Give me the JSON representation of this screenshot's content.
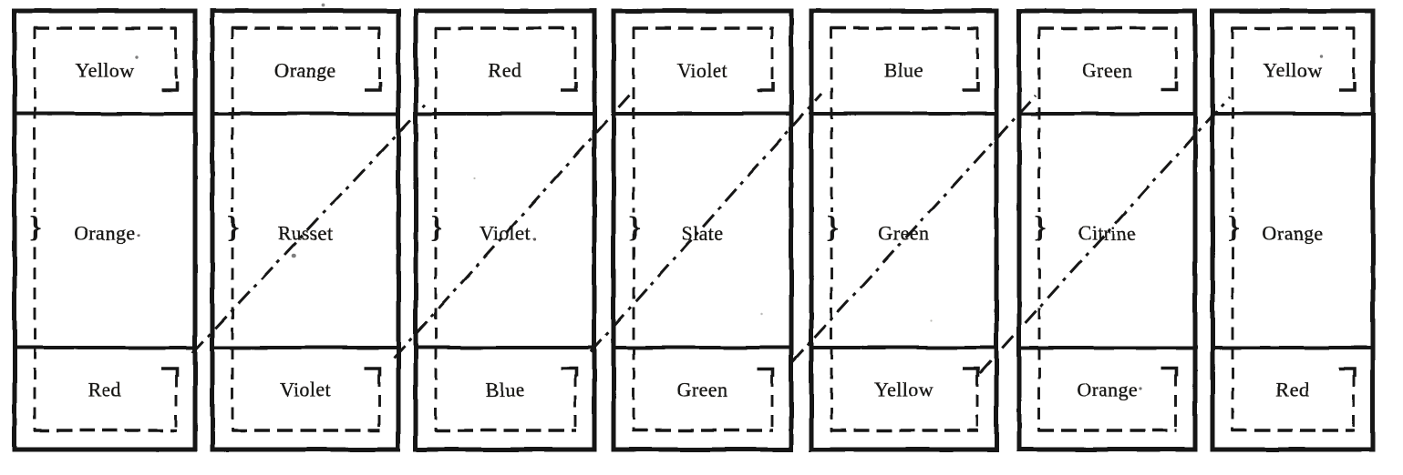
{
  "figure": {
    "type": "scanned-book-diagram",
    "panel_count": 7,
    "ink_color": "#181614",
    "paper_color": "#ffffff"
  },
  "panels": [
    {
      "top": "Yellow",
      "middle": "Orange",
      "bottom": "Red"
    },
    {
      "top": "Orange",
      "middle": "Russet",
      "bottom": "Violet"
    },
    {
      "top": "Red",
      "middle": "Violet",
      "bottom": "Blue"
    },
    {
      "top": "Violet",
      "middle": "Slate",
      "bottom": "Green"
    },
    {
      "top": "Blue",
      "middle": "Green",
      "bottom": "Yellow"
    },
    {
      "top": "Green",
      "middle": "Citrine",
      "bottom": "Orange"
    },
    {
      "top": "Yellow",
      "middle": "Orange",
      "bottom": "Red"
    }
  ],
  "brace_glyph": "}"
}
